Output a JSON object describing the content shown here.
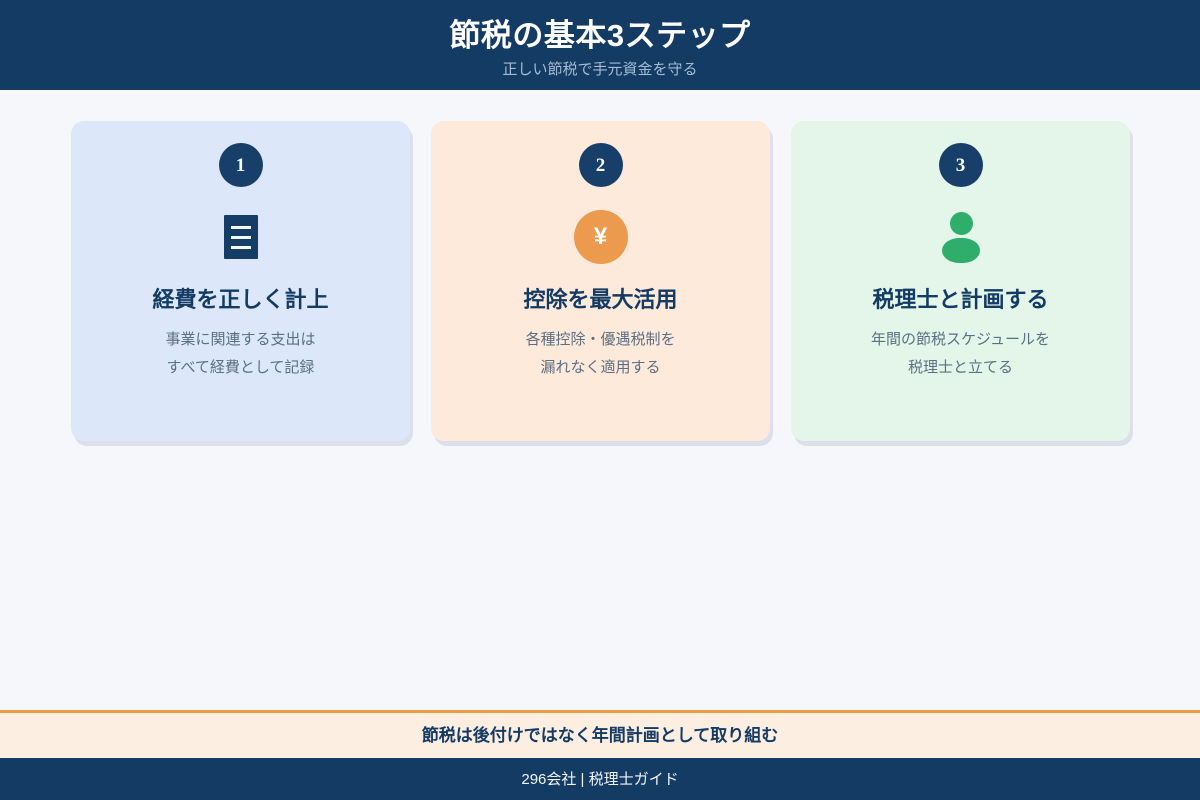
{
  "header": {
    "title": "節税の基本3ステップ",
    "subtitle": "正しい節税で手元資金を守る",
    "bg_color": "#133b64"
  },
  "steps": [
    {
      "badge": "1",
      "icon": "receipt-icon",
      "title": "経費を正しく計上",
      "description": "事業に関連する支出は\nすべて経費として記録",
      "card_color": "#dce8fa",
      "accent_color": "#153d66"
    },
    {
      "badge": "2",
      "icon": "yen-coin-icon",
      "title": "控除を最大活用",
      "description": "各種控除・優遇税制を\n漏れなく適用する",
      "card_color": "#fdeadb",
      "accent_color": "#ec9a4d"
    },
    {
      "badge": "3",
      "icon": "person-icon",
      "title": "税理士と計画する",
      "description": "年間の節税スケジュールを\n税理士と立てる",
      "card_color": "#e3f6e9",
      "accent_color": "#2eae6a"
    }
  ],
  "footer": {
    "banner_text": "節税は後付けではなく年間計画として取り組む",
    "banner_bg": "#fdeee2",
    "banner_border": "#ef9b43",
    "bar_text": "296会社 | 税理士ガイド",
    "bar_bg": "#133b64"
  },
  "icons": {
    "yen_glyph": "¥"
  }
}
